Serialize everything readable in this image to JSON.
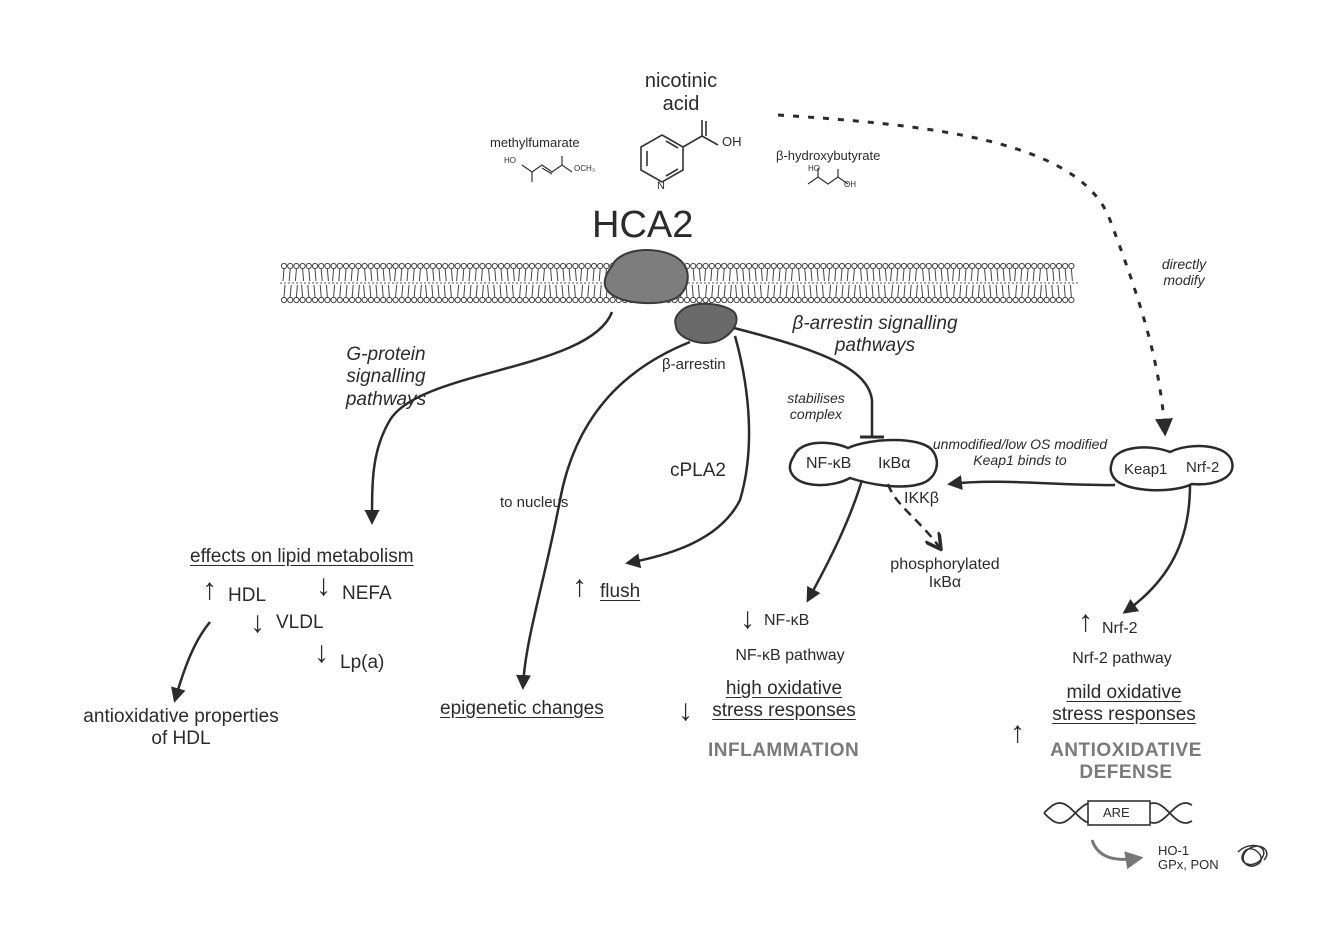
{
  "ligands": {
    "nicotinic_acid": "nicotinic\nacid",
    "nicotinic_oh": "OH",
    "nicotinic_n": "N",
    "methylfumarate": "methylfumarate",
    "mf_ho": "HO",
    "mf_och3": "OCH₃",
    "hydroxybutyrate": "β-hydroxybutyrate",
    "hb_ho": "HO",
    "hb_oh": "OH"
  },
  "receptor": {
    "name": "HCA2",
    "arrestin": "β-arrestin"
  },
  "pathways": {
    "g_protein": "G-protein\nsignalling\npathways",
    "b_arrestin": "β-arrestin signalling\npathways",
    "directly_modify": "directly\nmodify",
    "stabilises": "stabilises\ncomplex",
    "unmodified": "unmodified/low OS modified\nKeap1 binds to",
    "to_nucleus": "to nucleus",
    "cpla2": "cPLA2"
  },
  "complexes": {
    "nfkb": "NF-κB",
    "ikba": "IκBα",
    "keap1": "Keap1",
    "nrf2": "Nrf-2",
    "ikkb": "IKKβ",
    "phosphorylated": "phosphorylated\nIκBα"
  },
  "lipid": {
    "title": "effects on lipid metabolism",
    "hdl": "HDL",
    "nefa": "NEFA",
    "vldl": "VLDL",
    "lpa": "Lp(a)",
    "antiox_hdl": "antioxidative properties\nof HDL"
  },
  "outcomes": {
    "epigenetic": "epigenetic changes",
    "flush": "flush",
    "nfkb_down": "NF-κB",
    "nfkb_pathway": "NF-κB pathway",
    "high_ox": "high oxidative\nstress responses",
    "inflammation": "INFLAMMATION",
    "nrf2_up": "Nrf-2",
    "nrf2_pathway": "Nrf-2 pathway",
    "mild_ox": "mild oxidative\nstress responses",
    "antiox_defense": "ANTIOXIDATIVE\nDEFENSE",
    "are": "ARE",
    "genes": "HO-1\nGPx, PON"
  },
  "symbols": {
    "up": "↑",
    "down": "↓"
  }
}
